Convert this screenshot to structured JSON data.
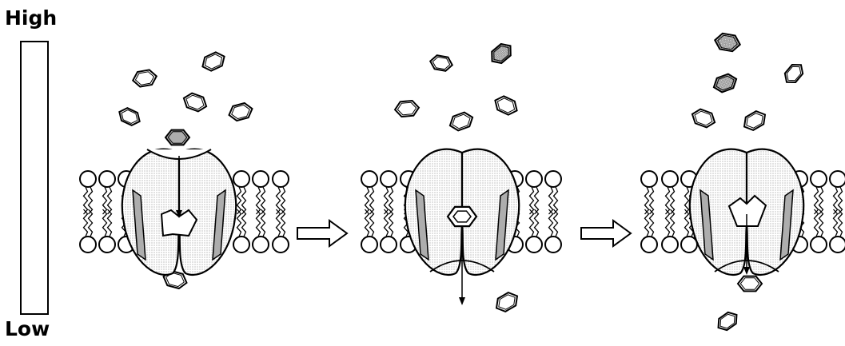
{
  "gradient": {
    "high_label": "High",
    "low_label": "Low"
  },
  "stages": [
    {
      "id": "binding",
      "channel_state": "open-to-outside",
      "substrate_position": "entering"
    },
    {
      "id": "transport",
      "channel_state": "closed-top",
      "substrate_position": "bound-center"
    },
    {
      "id": "release",
      "channel_state": "open-to-inside",
      "substrate_position": "released-below"
    }
  ],
  "colors": {
    "stroke": "#000000",
    "fill": "#ffffff",
    "shade": "#c8c8c8"
  },
  "icons": [
    "hexagon-molecule-icon",
    "phospholipid-icon",
    "transition-arrow-icon"
  ]
}
